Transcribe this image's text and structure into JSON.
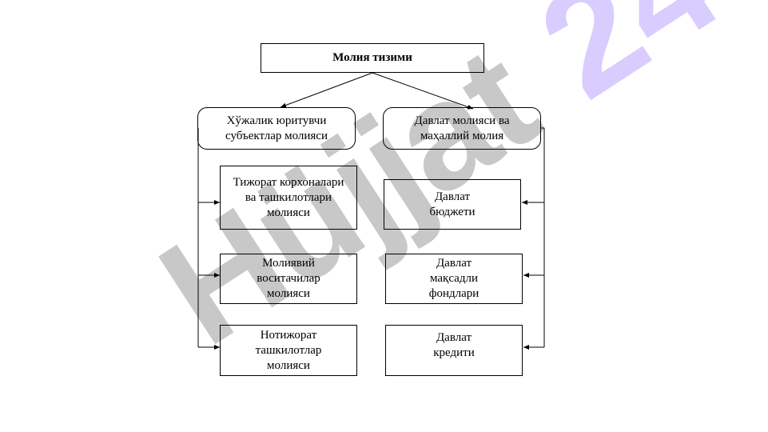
{
  "colors": {
    "watermark_gray": "#c8c8c8",
    "watermark_lavender": "#d9ccff",
    "line": "#000000"
  },
  "watermark": {
    "text": "Hüjjat24"
  },
  "nodes": {
    "root": "Молия тизими",
    "left_head": "Хўжалик юритувчи\nсубъектлар молияси",
    "right_head": "Давлат молияси ва\nмаҳаллий молия",
    "left_1": "Тижорат корхоналари\nва ташкилотлари\nмолияси",
    "left_2": "Молиявий\nвоситачилар\nмолияси",
    "left_3": "Нотижорат\nташкилотлар\nмолияси",
    "right_1": "Давлат\nбюджети",
    "right_2": "Давлат\nмақсадли\nфондлари",
    "right_3": "Давлат\nкредити"
  }
}
